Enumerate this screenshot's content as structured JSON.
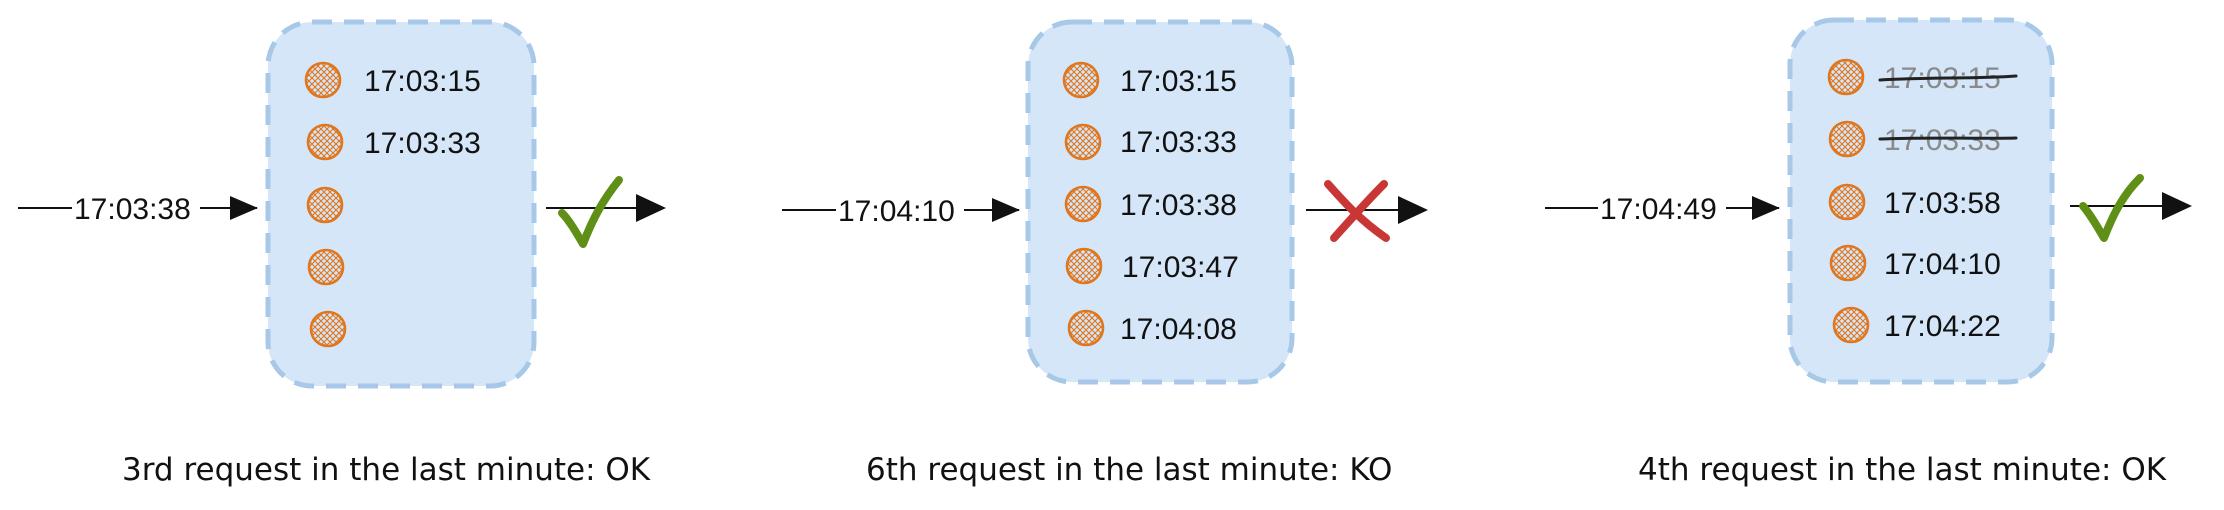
{
  "colors": {
    "window_fill": "#d4e6f8",
    "window_border": "#a8c8e8",
    "slot_stroke": "#e0761e",
    "check": "#5f8f16",
    "cross": "#c93636",
    "line": "#111111"
  },
  "icons": {
    "slot": "hatched-circle",
    "ok": "green-check-icon",
    "ko": "red-x-icon"
  },
  "panels": [
    {
      "incoming_time": "17:04:49",
      "slots": [
        {
          "time": "17:03:15",
          "struck": true
        },
        {
          "time": "17:03:33",
          "struck": true
        },
        {
          "time": "17:03:58",
          "struck": false
        },
        {
          "time": "17:04:10",
          "struck": false
        },
        {
          "time": "17:04:22",
          "struck": false
        }
      ],
      "result": "ok",
      "caption": "4th request in the last minute: OK"
    }
  ],
  "panel_1": {
    "incoming_time": "17:03:38",
    "slots": [
      {
        "time": "17:03:15"
      },
      {
        "time": "17:03:33"
      },
      {
        "time": ""
      },
      {
        "time": ""
      },
      {
        "time": ""
      }
    ],
    "result": "ok",
    "caption": "3rd request in the last minute: OK"
  },
  "panel_2": {
    "incoming_time": "17:04:10",
    "slots": [
      {
        "time": "17:03:15"
      },
      {
        "time": "17:03:33"
      },
      {
        "time": "17:03:38"
      },
      {
        "time": "17:03:47"
      },
      {
        "time": "17:04:08"
      }
    ],
    "result": "ko",
    "caption": "6th request in the last minute: KO"
  }
}
